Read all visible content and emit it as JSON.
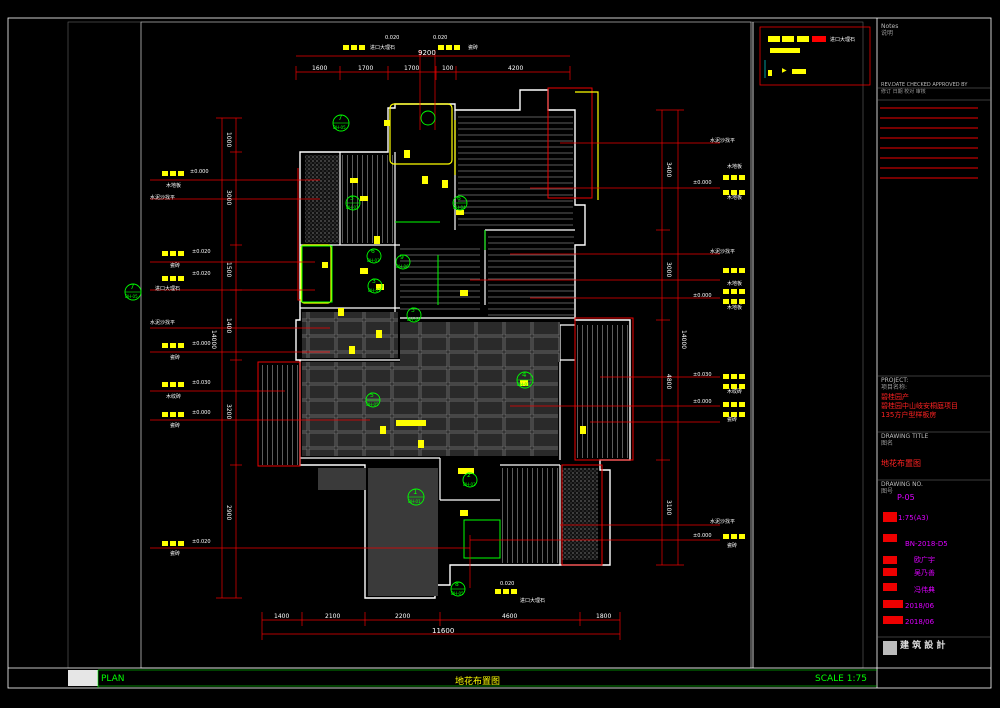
{
  "colors": {
    "bg": "#000000",
    "frame": "#ffffff",
    "red": "#ff2020",
    "yellow": "#ffff00",
    "green": "#00ff00",
    "cyan": "#00ffff",
    "magenta": "#dd00ff",
    "grey": "#8a8a8a"
  },
  "bottom_bar": {
    "left_label": "PLAN",
    "title": "地花布置图",
    "scale": "SCALE 1:75"
  },
  "title_block": {
    "notes_label": "Notes",
    "notes_sub": "说明",
    "rev_header": "REV.DATE  CHECKED APPROVED BY",
    "rev_header_sub": "修订 日期     校对       审核",
    "project_label": "PROJECT:",
    "project_sub": "项目名称:",
    "project_lines": [
      "碧桂园产",
      "碧桂园中山岐安桐庭项目",
      "135方户型样板房"
    ],
    "drawing_title_label": "DRAWING TITLE",
    "drawing_title_sub": "图名",
    "drawing_title": "地花布置图",
    "drawing_no_label": "DRAWING NO.",
    "drawing_no_sub": "图号",
    "drawing_no": "P-05",
    "fields": [
      "1:75(A3)",
      "BN-2018-D5",
      "欧广宇",
      "吴乃善",
      "冯伟典",
      "2018/06",
      "2018/06"
    ],
    "logo_text": "建 筑 設 計"
  },
  "legend": {
    "item1": "进口大理石",
    "item2": "▶"
  },
  "top_dims": [
    "1600",
    "1700",
    "1700",
    "100",
    "4200"
  ],
  "top_dim_total": "9200",
  "bottom_dims": [
    "1400",
    "2100",
    "2200",
    "4600",
    "1800"
  ],
  "bottom_dim_total": "11600",
  "left_dims": [
    "1000",
    "3000",
    "1500",
    "1400",
    "3200",
    "2900"
  ],
  "right_dims": [
    "3400",
    "3000",
    "4800",
    "3100"
  ],
  "right_total": "14000",
  "left_total": "14000",
  "callouts_left": [
    {
      "level": "±0.000",
      "label": "木地板"
    },
    {
      "level": "",
      "label": "水泥沙找平"
    },
    {
      "level": "±0.020",
      "label": "瓷砖"
    },
    {
      "level": "±0.020",
      "label": "进口大理石"
    },
    {
      "level": "",
      "label": "水泥沙找平"
    },
    {
      "level": "±0.000",
      "label": "瓷砖"
    },
    {
      "level": "±0.030",
      "label": "木纹砖"
    },
    {
      "level": "±0.000",
      "label": "瓷砖"
    },
    {
      "level": "±0.020",
      "label": "瓷砖"
    }
  ],
  "callouts_right": [
    {
      "level": "",
      "label": "水泥沙找平"
    },
    {
      "level": "±0.000",
      "label": "木地板"
    },
    {
      "level": "±0.000",
      "label": "木地板"
    },
    {
      "level": "",
      "label": "水泥沙找平"
    },
    {
      "level": "±0.000",
      "label": "木地板"
    },
    {
      "level": "±0.000",
      "label": "木地板"
    },
    {
      "level": "±0.030",
      "label": "木纹砖"
    },
    {
      "level": "±0.000",
      "label": "瓷砖"
    },
    {
      "level": "",
      "label": "水泥沙找平"
    },
    {
      "level": "±0.000",
      "label": "瓷砖"
    }
  ],
  "top_callouts": [
    {
      "level": "0.020",
      "label": "进口大理石"
    },
    {
      "level": "0.020",
      "label": "瓷砖"
    }
  ],
  "bottom_callout": {
    "level": "0.020",
    "label": "进口大理石"
  },
  "section_markers": [
    {
      "num": "7",
      "sub": "DH-05"
    },
    {
      "num": "6",
      "sub": "DH-04"
    },
    {
      "num": "3",
      "sub": "DH-02"
    },
    {
      "num": "9",
      "sub": "DH-06"
    },
    {
      "num": "3",
      "sub": "DH-03"
    },
    {
      "num": "4",
      "sub": "DH-01"
    },
    {
      "num": "5",
      "sub": "DH-05"
    },
    {
      "num": "1",
      "sub": "DH-01"
    },
    {
      "num": "2",
      "sub": "DH-02"
    },
    {
      "num": "8",
      "sub": "DH-05"
    },
    {
      "num": "6",
      "sub": "DH-03"
    },
    {
      "num": "3",
      "sub": "DH-04"
    },
    {
      "num": "7",
      "sub": "DH-05"
    }
  ]
}
